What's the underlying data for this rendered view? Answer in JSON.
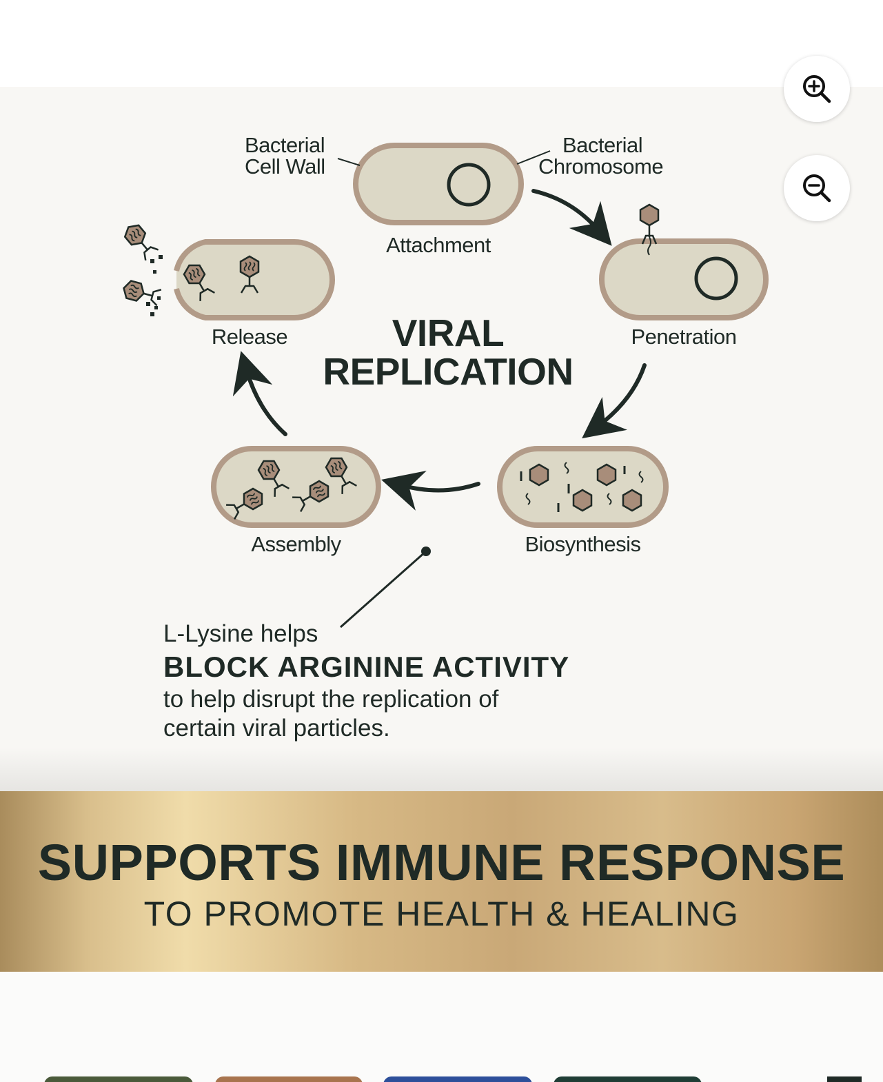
{
  "diagram": {
    "title_line1": "VIRAL",
    "title_line2": "REPLICATION",
    "labels": {
      "cell_wall_line1": "Bacterial",
      "cell_wall_line2": "Cell Wall",
      "chromosome_line1": "Bacterial",
      "chromosome_line2": "Chromosome",
      "attachment": "Attachment",
      "penetration": "Penetration",
      "biosynthesis": "Biosynthesis",
      "assembly": "Assembly",
      "release": "Release"
    }
  },
  "note": {
    "intro": "L-Lysine helps",
    "headline": "BLOCK ARGININE ACTIVITY",
    "body_line1": "to help disrupt the replication of",
    "body_line2": "certain viral particles."
  },
  "banner": {
    "headline": "SUPPORTS IMMUNE RESPONSE",
    "subheadline": "TO PROMOTE HEALTH & HEALING"
  },
  "zoom_controls": {
    "zoom_in_icon": "zoom-in-icon",
    "zoom_out_icon": "zoom-out-icon"
  },
  "colors": {
    "ink": "#1f2a26",
    "cell_fill": "#dcd8c6",
    "cell_border": "#b29b88",
    "virus_fill": "#a88d7a",
    "background": "#f8f7f4",
    "banner_gold": "#d7b985"
  }
}
